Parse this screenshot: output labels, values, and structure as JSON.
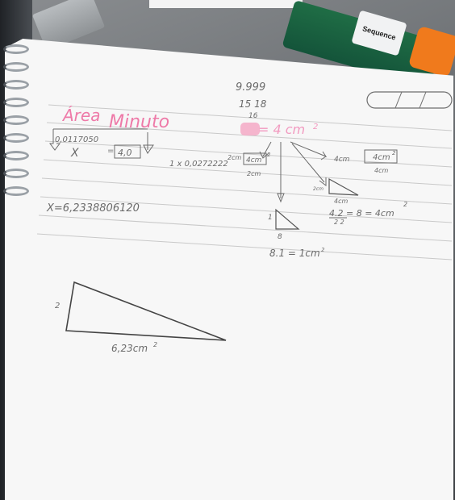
{
  "notebook": {
    "title_left": "Área",
    "title_right": "Minuto",
    "count_top": "9.999",
    "count_mid": "15 18",
    "count_small": "16",
    "pink_eq": "= 4 cm",
    "pink_sup": "2",
    "left_expr": "0,0117050",
    "left_x": "X",
    "left_box_eq": "=",
    "left_box_val": "4,0",
    "middle_expr": "1 x 0,0272222",
    "mid_box_label": "2cm",
    "mid_box_val": "4cm",
    "mid_box_sup": "2",
    "mid_below": "2cm",
    "right_box_label": "4cm",
    "right_box_val": "4cm",
    "right_box_sup": "2",
    "right_below": "4cm",
    "small_tri_label_left": "2cm",
    "small_tri_below": "4cm",
    "fraction_eq": "4.2 = 8 = 4cm",
    "fraction_den": "2       2",
    "fraction_sup": "2",
    "tiny_tri_left": "1",
    "tiny_tri_below": "8",
    "result_eq": "8.1 = 1cm",
    "result_sup": "2",
    "x_value": "X=6,2338806120",
    "big_tri_height": "2",
    "big_tri_base": "6,23cm",
    "big_tri_base_sup": "2"
  },
  "pen": {
    "label": "Sequence"
  },
  "colors": {
    "pink": "#ee7aa8",
    "pencil": "#6b6b6b",
    "line": "#c9c9c9"
  }
}
